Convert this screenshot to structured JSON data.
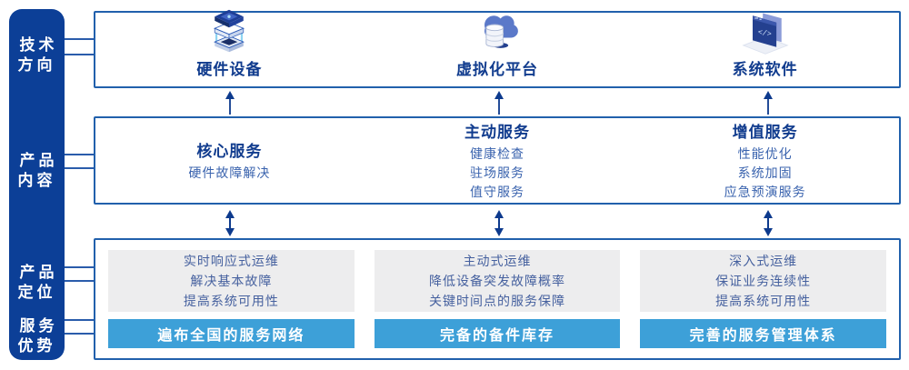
{
  "colors": {
    "sidebar_navy": "#0C3F97",
    "frame_border": "#2160AC",
    "heading_text": "#113C8E",
    "body_text": "#3A63AE",
    "panel_gray": "#EDEDEE",
    "panel_text": "#46619F",
    "banner_blue": "#3DA0D8",
    "arrow_navy": "#0D3A8D"
  },
  "sidebar": {
    "items": [
      {
        "label": "技术\n方向"
      },
      {
        "label": "产品\n内容"
      },
      {
        "label": "产品\n定位"
      },
      {
        "label": "服务\n优势"
      }
    ]
  },
  "tech_row": {
    "items": [
      {
        "icon": "server-stack-icon",
        "label": "硬件设备"
      },
      {
        "icon": "cloud-database-icon",
        "label": "虚拟化平台"
      },
      {
        "icon": "code-window-icon",
        "label": "系统软件"
      }
    ]
  },
  "content_row": {
    "columns": [
      {
        "title": "核心服务",
        "items": [
          "硬件故障解决"
        ]
      },
      {
        "title": "主动服务",
        "items": [
          "健康检查",
          "驻场服务",
          "值守服务"
        ]
      },
      {
        "title": "增值服务",
        "items": [
          "性能优化",
          "系统加固",
          "应急预演服务"
        ]
      }
    ]
  },
  "bottom_row": {
    "columns": [
      {
        "positioning": "实时响应式运维\n解决基本故障\n提高系统可用性",
        "advantage": "遍布全国的服务网络"
      },
      {
        "positioning": "主动式运维\n降低设备突发故障概率\n关键时间点的服务保障",
        "advantage": "完备的备件库存"
      },
      {
        "positioning": "深入式运维\n保证业务连续性\n提高系统可用性",
        "advantage": "完善的服务管理体系"
      }
    ]
  }
}
